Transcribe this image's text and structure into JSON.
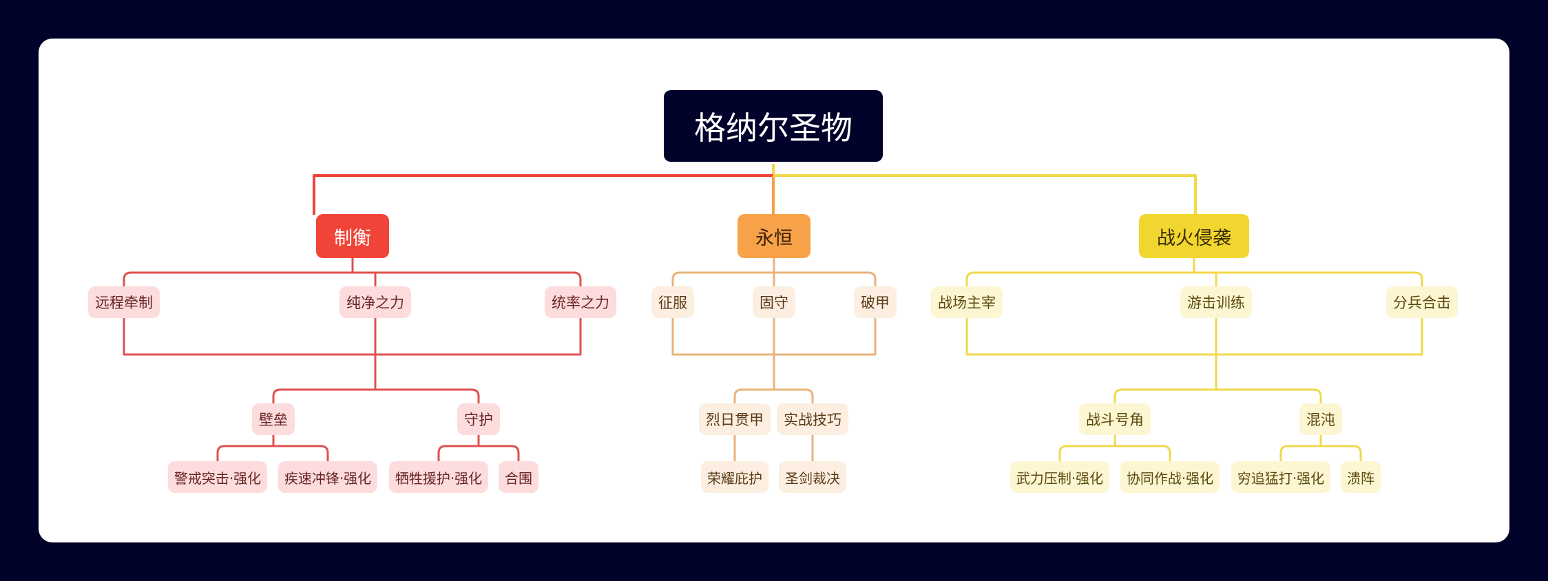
{
  "title": "格纳尔圣物",
  "colors": {
    "background": "#01022a",
    "root": "#01022a",
    "red": "#f04438",
    "red_line": "#e05050",
    "orange": "#f7a249",
    "orange_line": "#eab37a",
    "yellow": "#f2d630",
    "yellow_line": "#f0d94a"
  },
  "branches": [
    {
      "label": "制衡",
      "color": "red",
      "row1": [
        "远程牵制",
        "纯净之力",
        "统率之力"
      ],
      "row2": [
        "壁垒",
        "守护"
      ],
      "row3": [
        "警戒突击·强化",
        "疾速冲锋·强化",
        "牺牲援护·强化",
        "合围"
      ]
    },
    {
      "label": "永恒",
      "color": "orange",
      "row1": [
        "征服",
        "固守",
        "破甲"
      ],
      "row2": [
        "烈日贯甲",
        "实战技巧"
      ],
      "row3": [
        "荣耀庇护",
        "圣剑裁决"
      ]
    },
    {
      "label": "战火侵袭",
      "color": "yellow",
      "row1": [
        "战场主宰",
        "游击训练",
        "分兵合击"
      ],
      "row2": [
        "战斗号角",
        "混沌"
      ],
      "row3": [
        "武力压制·强化",
        "协同作战·强化",
        "穷追猛打·强化",
        "溃阵"
      ]
    }
  ]
}
